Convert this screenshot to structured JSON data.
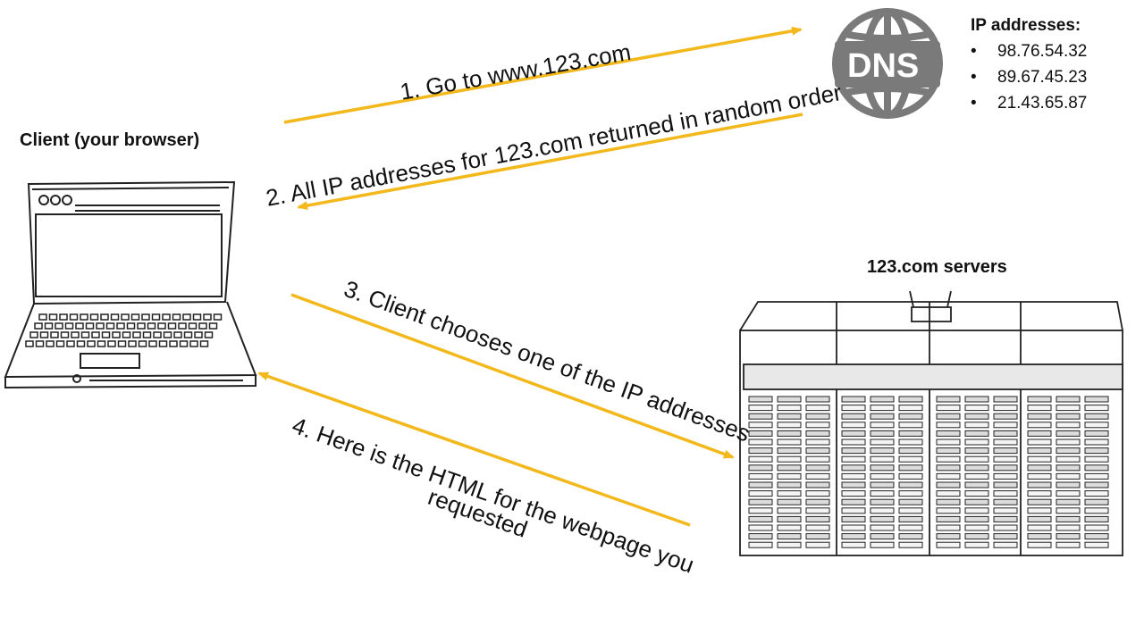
{
  "client": {
    "label": "Client (your browser)"
  },
  "servers": {
    "label": "123.com servers"
  },
  "dns": {
    "icon_text": "DNS",
    "ip_title": "IP addresses:",
    "ips": [
      "98.76.54.32",
      "89.67.45.23",
      "21.43.65.87"
    ]
  },
  "steps": {
    "s1": "1. Go to www.123.com",
    "s2": "2. All IP addresses for 123.com returned in random order",
    "s3": "3. Client chooses one of the IP addresses",
    "s4_line1": "4. Here is the HTML for the webpage you",
    "s4_line2": "requested"
  },
  "colors": {
    "arrow": "#F2B81C",
    "dns": "#7a7a7a",
    "sketch": "#222222"
  }
}
